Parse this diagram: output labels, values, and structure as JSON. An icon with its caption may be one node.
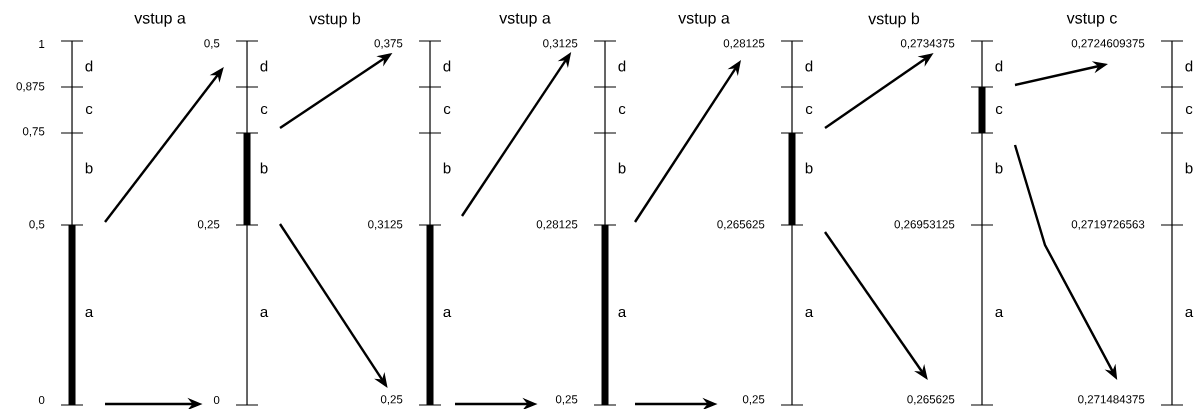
{
  "diagram": {
    "nodes": [
      {
        "text": [],
        "shape": "bar"
      },
      {
        "text": [
          "0,5"
        ]
      },
      {
        "text": [
          "0"
        ]
      },
      {
        "text": [],
        "shape": "bar"
      },
      {
        "text": [
          "0,375"
        ]
      },
      {
        "text": [
          "0,25"
        ]
      },
      {
        "text": [],
        "shape": "bar"
      },
      {
        "text": [
          "0,3125"
        ]
      },
      {
        "text": [
          "0,25"
        ]
      },
      {
        "text": [],
        "shape": "bar"
      },
      {
        "text": [
          "0,28125"
        ]
      },
      {
        "text": [
          "0,25"
        ]
      },
      {
        "text": [],
        "shape": "bar"
      },
      {
        "text": [
          "0,2734375"
        ]
      },
      {
        "text": [
          "0,265625"
        ]
      },
      {
        "text": [],
        "shape": "bar"
      },
      {
        "text": [
          "0,2724609375"
        ]
      },
      {
        "text": [
          "0,271484375"
        ]
      }
    ],
    "edges": [
      {
        "from": 0,
        "to": 1,
        "arrow": "to"
      },
      {
        "from": 0,
        "to": 2,
        "arrow": "to"
      },
      {
        "from": 3,
        "to": 4,
        "arrow": "to"
      },
      {
        "from": 3,
        "to": 5,
        "arrow": "to"
      },
      {
        "from": 6,
        "to": 7,
        "arrow": "to"
      },
      {
        "from": 6,
        "to": 8,
        "arrow": "to"
      },
      {
        "from": 9,
        "to": 10,
        "arrow": "to"
      },
      {
        "from": 9,
        "to": 11,
        "arrow": "to"
      },
      {
        "from": 12,
        "to": 13,
        "arrow": "to"
      },
      {
        "from": 12,
        "to": 14,
        "arrow": "to"
      },
      {
        "from": 15,
        "to": 16,
        "arrow": "to"
      },
      {
        "from": 15,
        "to": 17,
        "arrow": "to"
      }
    ],
    "labels": [
      "vstup a",
      "vstup b",
      "vstup a",
      "vstup a",
      "vstup b",
      "vstup c",
      "1",
      "0,875",
      "0,75",
      "0,5",
      "0",
      "d",
      "c",
      "b",
      "a",
      "0,25",
      "d",
      "c",
      "b",
      "a",
      "0,3125",
      "d",
      "c",
      "b",
      "a",
      "0,28125",
      "d",
      "c",
      "b",
      "a",
      "0,265625",
      "d",
      "c",
      "b",
      "a",
      "0,26953125",
      "d",
      "c",
      "b",
      "a",
      "0,2719726563",
      "d",
      "c",
      "b",
      "a"
    ]
  }
}
